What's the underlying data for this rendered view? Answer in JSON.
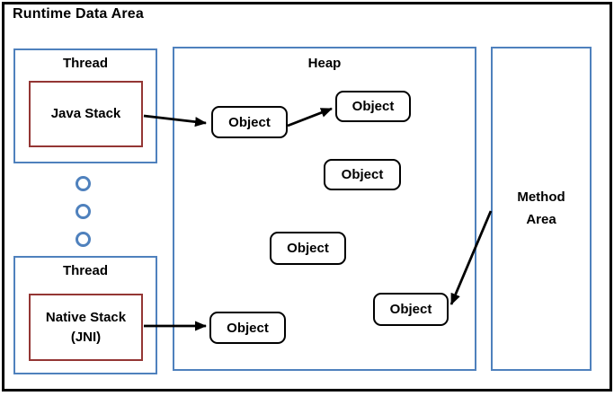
{
  "title": "Runtime Data Area",
  "colors": {
    "blue": "#4F81BD",
    "maroon": "#943634",
    "black": "#000000"
  },
  "threads": [
    {
      "label": "Thread",
      "stack_lines": [
        "Java Stack"
      ]
    },
    {
      "label": "Thread",
      "stack_lines": [
        "Native Stack",
        "(JNI)"
      ]
    }
  ],
  "heap": {
    "label": "Heap",
    "objects": [
      "Object",
      "Object",
      "Object",
      "Object",
      "Object",
      "Object"
    ]
  },
  "method_area": {
    "label": "Method Area"
  },
  "ellipsis_circle_count": 3
}
